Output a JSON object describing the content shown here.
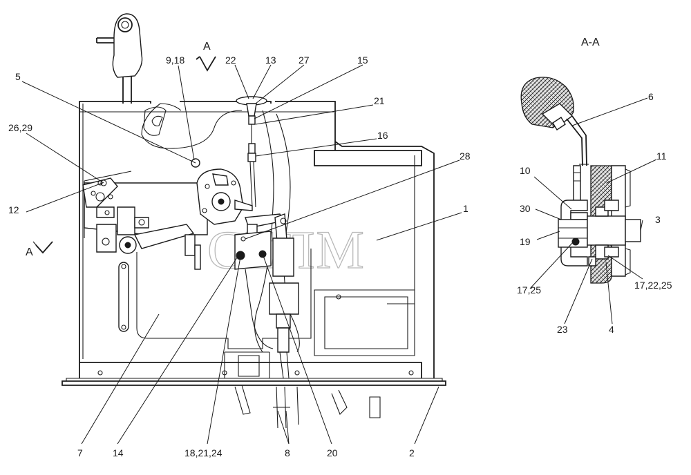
{
  "drawing": {
    "section_label": "А-А",
    "view_marks": [
      {
        "id": "top",
        "text": "А"
      },
      {
        "id": "left",
        "text": "А"
      }
    ],
    "watermark": "СЕЛМ",
    "callouts": [
      {
        "id": "c-5",
        "text": "5"
      },
      {
        "id": "c-9-18",
        "text": "9,18"
      },
      {
        "id": "c-22",
        "text": "22"
      },
      {
        "id": "c-13",
        "text": "13"
      },
      {
        "id": "c-27",
        "text": "27"
      },
      {
        "id": "c-15",
        "text": "15"
      },
      {
        "id": "c-21",
        "text": "21"
      },
      {
        "id": "c-16",
        "text": "16"
      },
      {
        "id": "c-26-29",
        "text": "26,29"
      },
      {
        "id": "c-28",
        "text": "28"
      },
      {
        "id": "c-1",
        "text": "1"
      },
      {
        "id": "c-12",
        "text": "12"
      },
      {
        "id": "c-7",
        "text": "7"
      },
      {
        "id": "c-14",
        "text": "14"
      },
      {
        "id": "c-18-21-24",
        "text": "18,21,24"
      },
      {
        "id": "c-8",
        "text": "8"
      },
      {
        "id": "c-20",
        "text": "20"
      },
      {
        "id": "c-2",
        "text": "2"
      },
      {
        "id": "c-6",
        "text": "6"
      },
      {
        "id": "c-11",
        "text": "11"
      },
      {
        "id": "c-10",
        "text": "10"
      },
      {
        "id": "c-30",
        "text": "30"
      },
      {
        "id": "c-3",
        "text": "3"
      },
      {
        "id": "c-19",
        "text": "19"
      },
      {
        "id": "c-17-25",
        "text": "17,25"
      },
      {
        "id": "c-17-22-25",
        "text": "17,22,25"
      },
      {
        "id": "c-23",
        "text": "23"
      },
      {
        "id": "c-4",
        "text": "4"
      }
    ]
  }
}
